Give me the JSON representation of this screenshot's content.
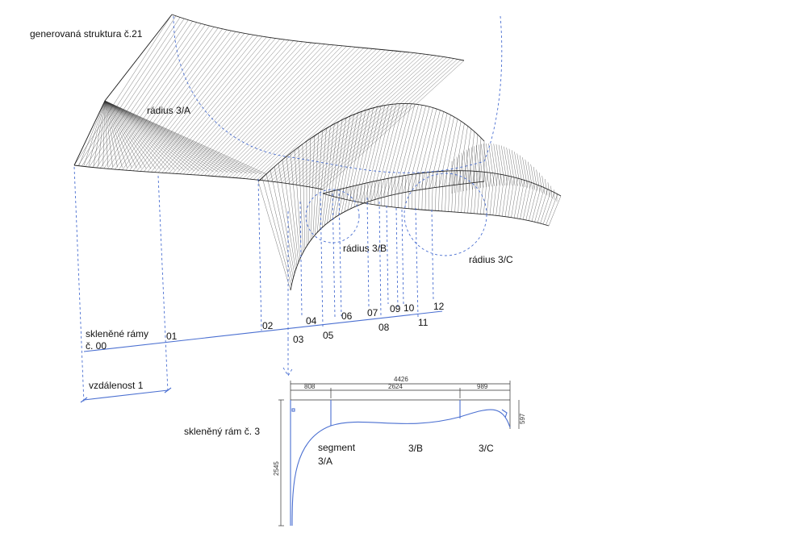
{
  "title": "generovaná struktura č.21",
  "radius_labels": {
    "a": "rádius 3/A",
    "b": "rádius 3/B",
    "c": "rádius 3/C"
  },
  "frames_label_line1": "skleněné rámy",
  "frames_label_line2": "č. 00",
  "distance_label": "vzdálenost 1",
  "frame_numbers": [
    "01",
    "02",
    "03",
    "04",
    "05",
    "06",
    "07",
    "08",
    "09",
    "10",
    "11",
    "12"
  ],
  "frame3": {
    "label": "skleněný rám č. 3",
    "segment_label_line1": "segment",
    "segment_label_line2": "3/A",
    "seg_b": "3/B",
    "seg_c": "3/C",
    "dims": {
      "total": "4426",
      "a": "808",
      "b": "2624",
      "c": "989",
      "height_left": "2545",
      "height_right": "597"
    }
  },
  "colors": {
    "guide": "#4a6fd1",
    "wire": "#333333"
  }
}
